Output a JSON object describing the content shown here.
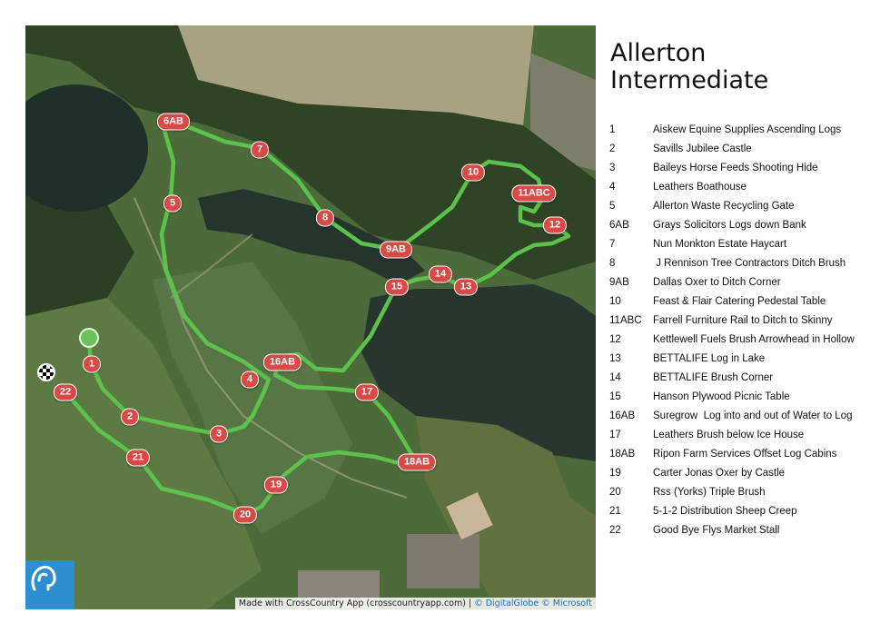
{
  "course": {
    "title_line1": "Allerton",
    "title_line2": "Intermediate"
  },
  "legend": [
    {
      "num": "1",
      "name": "Aiskew Equine Supplies Ascending Logs"
    },
    {
      "num": "2",
      "name": "Savills Jubilee Castle"
    },
    {
      "num": "3",
      "name": "Baileys Horse Feeds Shooting Hide"
    },
    {
      "num": "4",
      "name": "Leathers Boathouse"
    },
    {
      "num": "5",
      "name": "Allerton Waste Recycling Gate"
    },
    {
      "num": "6AB",
      "name": "Grays Solicitors Logs down Bank"
    },
    {
      "num": "7",
      "name": "Nun Monkton Estate Haycart"
    },
    {
      "num": "8",
      "name": " J Rennison Tree Contractors Ditch Brush"
    },
    {
      "num": "9AB",
      "name": "Dallas Oxer to Ditch Corner"
    },
    {
      "num": "10",
      "name": "Feast & Flair Catering Pedestal Table"
    },
    {
      "num": "11ABC",
      "name": "Farrell Furniture Rail to Ditch to Skinny"
    },
    {
      "num": "12",
      "name": "Kettlewell Fuels Brush Arrowhead in Hollow"
    },
    {
      "num": "13",
      "name": "BETTALIFE Log in Lake"
    },
    {
      "num": "14",
      "name": "BETTALIFE Brush Corner"
    },
    {
      "num": "15",
      "name": "Hanson Plywood Picnic Table"
    },
    {
      "num": "16AB",
      "name": "Suregrow  Log into and out of Water to Log"
    },
    {
      "num": "17",
      "name": "Leathers Brush below Ice House"
    },
    {
      "num": "18AB",
      "name": "Ripon Farm Services Offset Log Cabins"
    },
    {
      "num": "19",
      "name": "Carter Jonas Oxer by Castle"
    },
    {
      "num": "20",
      "name": "Rss (Yorks) Triple Brush"
    },
    {
      "num": "21",
      "name": "5-1-2 Distribution Sheep Creep"
    },
    {
      "num": "22",
      "name": "Good Bye Flys Market Stall"
    }
  ],
  "map": {
    "markers": [
      "1",
      "2",
      "3",
      "4",
      "5",
      "6AB",
      "7",
      "8",
      "9AB",
      "10",
      "11ABC",
      "12",
      "13",
      "14",
      "15",
      "16AB",
      "17",
      "18AB",
      "19",
      "20",
      "21",
      "22"
    ],
    "credit_prefix": "Made with CrossCountry App (crosscountryapp.com) | ",
    "credit_providers": "© DigitalGlobe © Microsoft",
    "start_icon": "start-point-icon",
    "finish_icon": "finish-flag-icon",
    "logo_icon": "crosscountry-app-logo-icon",
    "colors": {
      "route": "#5cc24c",
      "marker": "#d84a45",
      "logo": "#2d8fd0"
    }
  }
}
